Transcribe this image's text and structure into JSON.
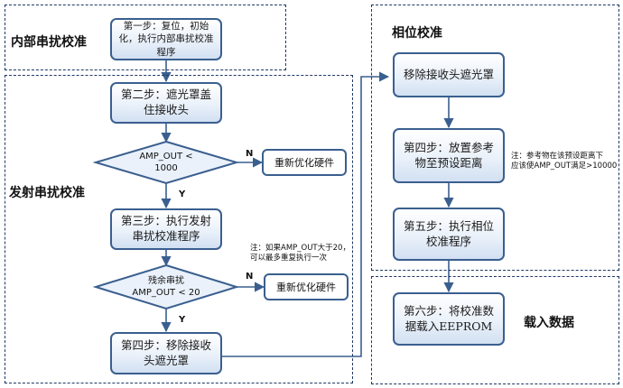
{
  "sections": {
    "internal": "内部串扰校准",
    "transmit": "发射串扰校准",
    "phase": "相位校准",
    "load": "载入数据"
  },
  "steps": {
    "step1": "第一步：复位，初始化，执行内部串扰校准程序",
    "step2": "第二步：遮光罩盖住接收头",
    "decision1_line1": "AMP_OUT <",
    "decision1_line2": "1000",
    "action1": "重新优化硬件",
    "step3": "第三步：执行发射串扰校准程序",
    "decision2_line1": "残余串扰",
    "decision2_line2": "AMP_OUT < 20",
    "action2": "重新优化硬件",
    "step4_left": "第四步：移除接收头遮光罩",
    "phase_remove": "移除接收头遮光罩",
    "step4_right": "第四步：放置参考物至预设距离",
    "step5": "第五步：执行相位校准程序",
    "step6": "第六步：将校准数据载入EEPROM"
  },
  "labels": {
    "n1": "N",
    "y1": "Y",
    "n2": "N",
    "y2": "Y"
  },
  "notes": {
    "note_left": "注：如果AMP_OUT大于20，\n可以最多重复执行一次",
    "note_right": "注：参考物在该预设距离下\n应该使AMP_OUT满足>10000"
  }
}
